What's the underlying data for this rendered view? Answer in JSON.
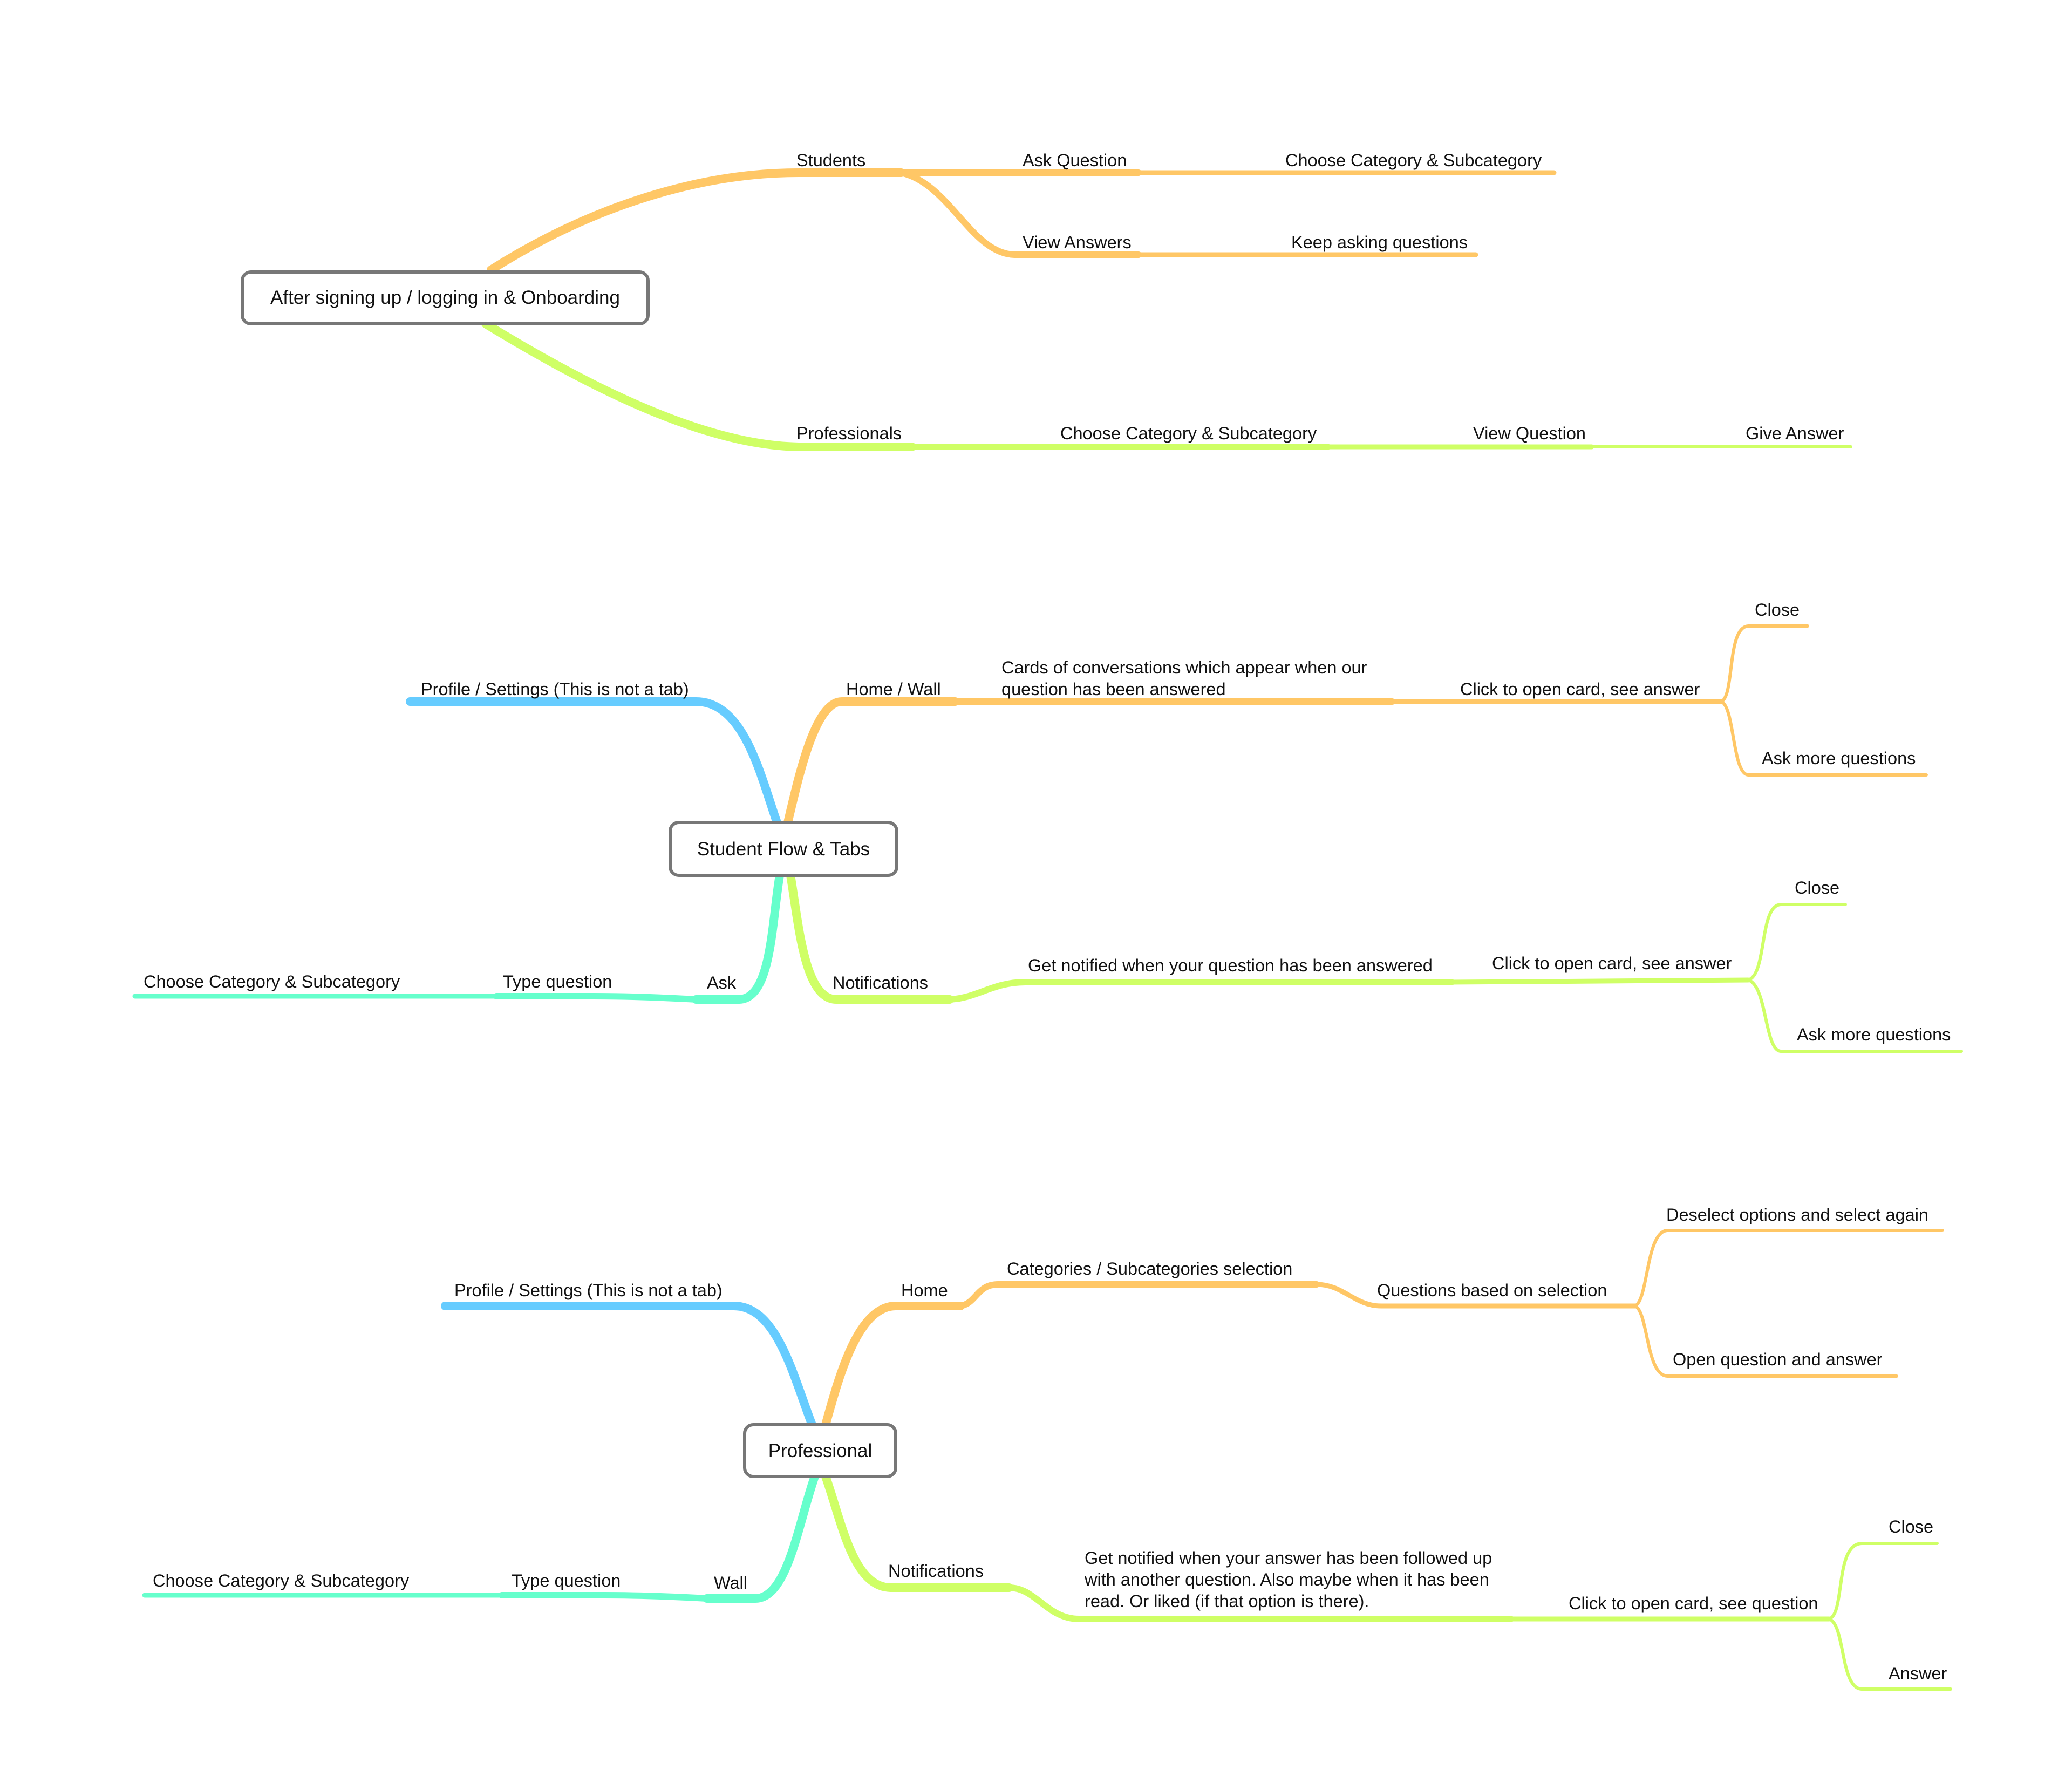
{
  "colors": {
    "orange": "#FFC766",
    "lime": "#CFFF66",
    "blue": "#66CCFF",
    "teal": "#66FFCC",
    "root_border": "#777777",
    "text": "#111111"
  },
  "maps": [
    {
      "root": "After signing up / logging in & Onboarding",
      "branches": [
        {
          "label": "Students",
          "color": "orange",
          "children": [
            {
              "label": "Ask Question",
              "children": [
                {
                  "label": "Choose Category & Subcategory"
                }
              ]
            },
            {
              "label": "View Answers",
              "children": [
                {
                  "label": "Keep asking questions"
                }
              ]
            }
          ]
        },
        {
          "label": "Professionals",
          "color": "lime",
          "children": [
            {
              "label": "Choose Category & Subcategory",
              "children": [
                {
                  "label": "View Question",
                  "children": [
                    {
                      "label": "Give Answer"
                    }
                  ]
                }
              ]
            }
          ]
        }
      ]
    },
    {
      "root": "Student Flow & Tabs",
      "branches": [
        {
          "label": "Profile / Settings (This is not a tab)",
          "color": "blue"
        },
        {
          "label": "Home / Wall",
          "color": "orange",
          "children": [
            {
              "label": "Cards of conversations which appear when our question has been answered",
              "children": [
                {
                  "label": "Click to open card, see answer",
                  "children": [
                    {
                      "label": "Close"
                    },
                    {
                      "label": "Ask more questions"
                    }
                  ]
                }
              ]
            }
          ]
        },
        {
          "label": "Ask",
          "color": "teal",
          "children": [
            {
              "label": "Type question",
              "children": [
                {
                  "label": "Choose Category & Subcategory"
                }
              ]
            }
          ]
        },
        {
          "label": "Notifications",
          "color": "lime",
          "children": [
            {
              "label": "Get notified when your question has been answered",
              "children": [
                {
                  "label": "Click to open card, see answer",
                  "children": [
                    {
                      "label": "Close"
                    },
                    {
                      "label": "Ask more questions"
                    }
                  ]
                }
              ]
            }
          ]
        }
      ]
    },
    {
      "root": "Professional",
      "branches": [
        {
          "label": "Profile / Settings (This is not a tab)",
          "color": "blue"
        },
        {
          "label": "Home",
          "color": "orange",
          "children": [
            {
              "label": "Categories / Subcategories selection",
              "children": [
                {
                  "label": "Questions based on selection",
                  "children": [
                    {
                      "label": "Deselect options and select again"
                    },
                    {
                      "label": "Open question and answer"
                    }
                  ]
                }
              ]
            }
          ]
        },
        {
          "label": "Wall",
          "color": "teal",
          "children": [
            {
              "label": "Type question",
              "children": [
                {
                  "label": "Choose Category & Subcategory"
                }
              ]
            }
          ]
        },
        {
          "label": "Notifications",
          "color": "lime",
          "children": [
            {
              "label": "Get notified when your answer has been followed up with another question. Also maybe when it has been read. Or liked (if that option is there).",
              "children": [
                {
                  "label": "Click to open card, see question",
                  "children": [
                    {
                      "label": "Close"
                    },
                    {
                      "label": "Answer"
                    }
                  ]
                }
              ]
            }
          ]
        }
      ]
    }
  ]
}
